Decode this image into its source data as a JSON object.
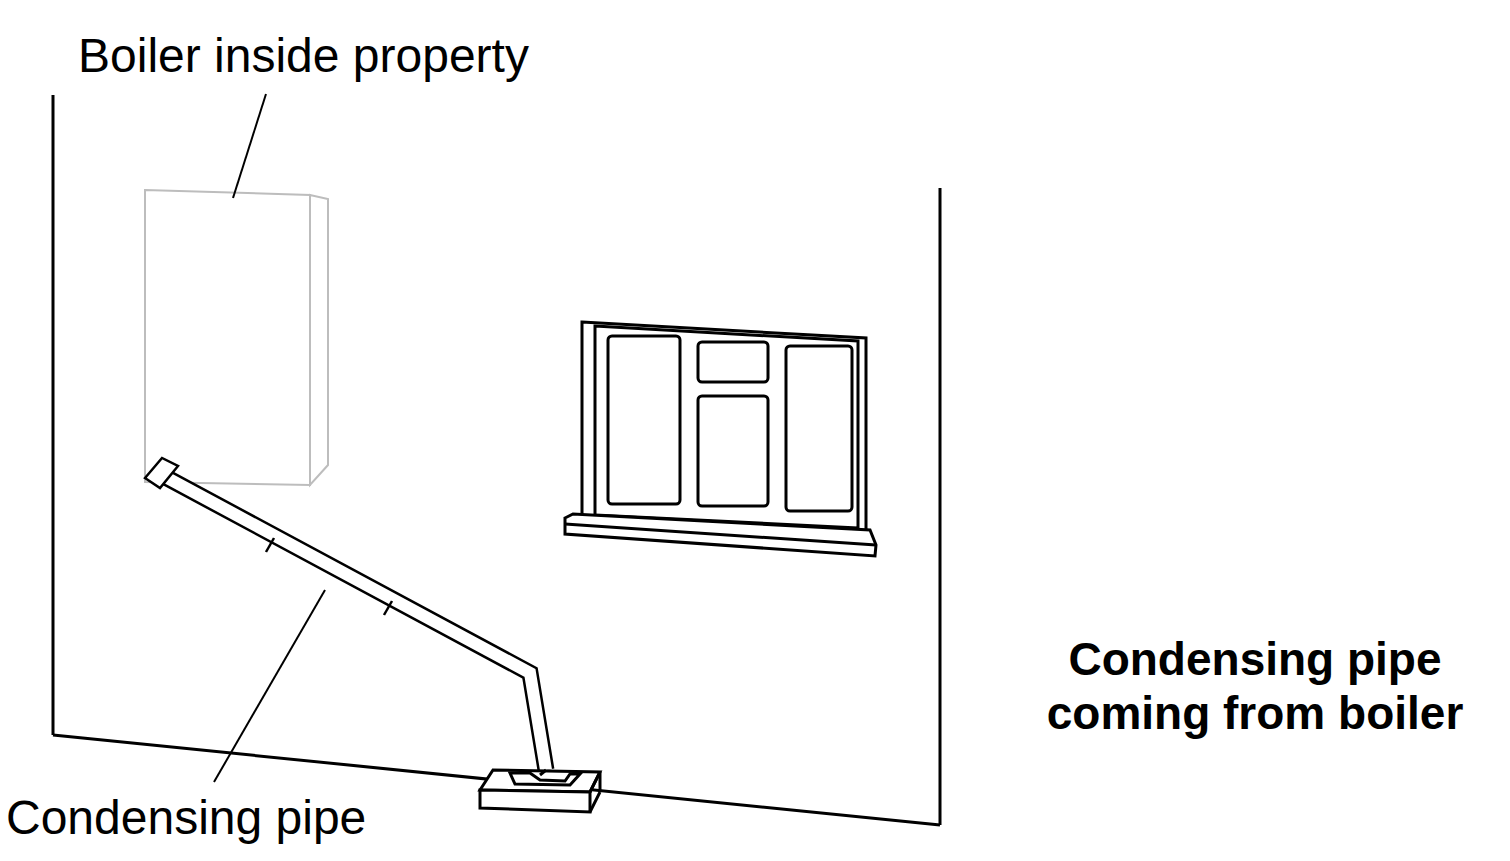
{
  "diagram": {
    "caption": "Condensing pipe coming from boiler",
    "labels": [
      "Boiler inside property",
      "Condensing pipe"
    ]
  }
}
